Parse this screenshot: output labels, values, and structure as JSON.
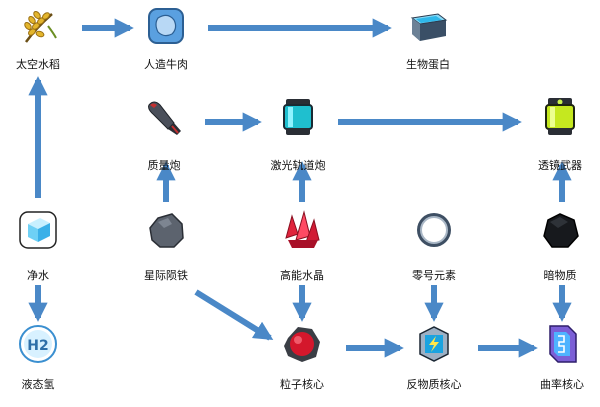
{
  "colors": {
    "arrow": "#4a88c7"
  },
  "items": {
    "space_rice": {
      "label": "太空水稻",
      "icon": "rice-icon"
    },
    "artificial_beef": {
      "label": "人造牛肉",
      "icon": "meat-icon"
    },
    "bio_egg_white": {
      "label": "生物蛋白",
      "icon": "protein-container-icon"
    },
    "mass_cannon": {
      "label": "质量炮",
      "icon": "cannon-shell-icon"
    },
    "laser_rail_gun": {
      "label": "激光轨道炮",
      "icon": "laser-capsule-icon"
    },
    "lens_weapon": {
      "label": "透镜武器",
      "icon": "lens-capsule-icon"
    },
    "pure_water": {
      "label": "净水",
      "icon": "ice-cube-icon"
    },
    "interstellar_iron": {
      "label": "星际陨铁",
      "icon": "meteorite-icon"
    },
    "high_energy_crystal": {
      "label": "高能水晶",
      "icon": "red-crystal-icon"
    },
    "zero_element": {
      "label": "零号元素",
      "icon": "ring-orb-icon"
    },
    "dark_matter": {
      "label": "暗物质",
      "icon": "dark-rock-icon"
    },
    "liquid_hydrogen": {
      "label": "液态氢",
      "icon": "h2-orb-icon"
    },
    "particle_core": {
      "label": "粒子核心",
      "icon": "red-core-icon"
    },
    "antimatter_core": {
      "label": "反物质核心",
      "icon": "lightning-cube-icon"
    },
    "curvature_core": {
      "label": "曲率核心",
      "icon": "battery-cell-icon"
    }
  },
  "connections": [
    {
      "from": "space_rice",
      "to": "artificial_beef"
    },
    {
      "from": "artificial_beef",
      "to": "bio_egg_white"
    },
    {
      "from": "pure_water",
      "to": "space_rice"
    },
    {
      "from": "pure_water",
      "to": "liquid_hydrogen"
    },
    {
      "from": "interstellar_iron",
      "to": "mass_cannon"
    },
    {
      "from": "mass_cannon",
      "to": "laser_rail_gun"
    },
    {
      "from": "laser_rail_gun",
      "to": "lens_weapon"
    },
    {
      "from": "high_energy_crystal",
      "to": "laser_rail_gun"
    },
    {
      "from": "high_energy_crystal",
      "to": "particle_core"
    },
    {
      "from": "interstellar_iron",
      "to": "particle_core"
    },
    {
      "from": "particle_core",
      "to": "antimatter_core"
    },
    {
      "from": "zero_element",
      "to": "antimatter_core"
    },
    {
      "from": "antimatter_core",
      "to": "curvature_core"
    },
    {
      "from": "dark_matter",
      "to": "lens_weapon"
    },
    {
      "from": "dark_matter",
      "to": "curvature_core"
    }
  ]
}
